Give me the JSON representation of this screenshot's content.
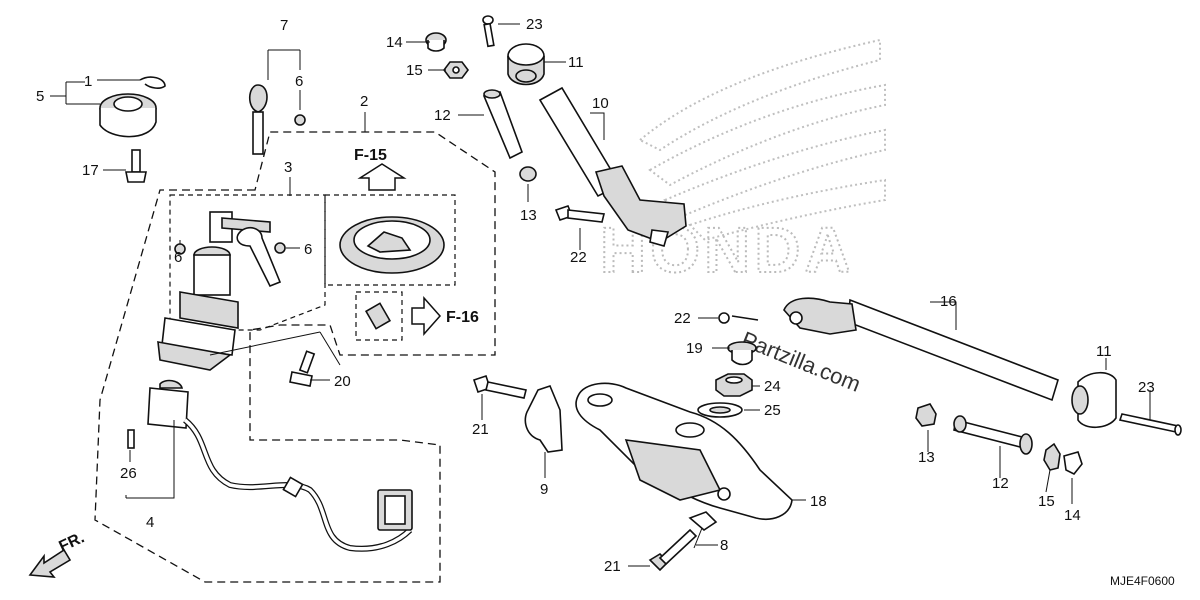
{
  "diagram": {
    "watermark_logo": "HONDA",
    "watermark_site": "Partzilla.com",
    "diagram_code": "MJE4F0600",
    "direction_label": "FR.",
    "references": {
      "f15": "F-15",
      "f16": "F-16"
    },
    "callouts": {
      "c1": "1",
      "c2": "2",
      "c3": "3",
      "c4": "4",
      "c5": "5",
      "c6a": "6",
      "c6b": "6",
      "c6c": "6",
      "c7": "7",
      "c8": "8",
      "c9": "9",
      "c10": "10",
      "c11a": "11",
      "c11b": "11",
      "c12a": "12",
      "c12b": "12",
      "c13a": "13",
      "c13b": "13",
      "c14a": "14",
      "c14b": "14",
      "c15a": "15",
      "c15b": "15",
      "c16": "16",
      "c17": "17",
      "c18": "18",
      "c19": "19",
      "c20": "20",
      "c21a": "21",
      "c21b": "21",
      "c22a": "22",
      "c22b": "22",
      "c23a": "23",
      "c23b": "23",
      "c24": "24",
      "c25": "25",
      "c26": "26"
    }
  }
}
